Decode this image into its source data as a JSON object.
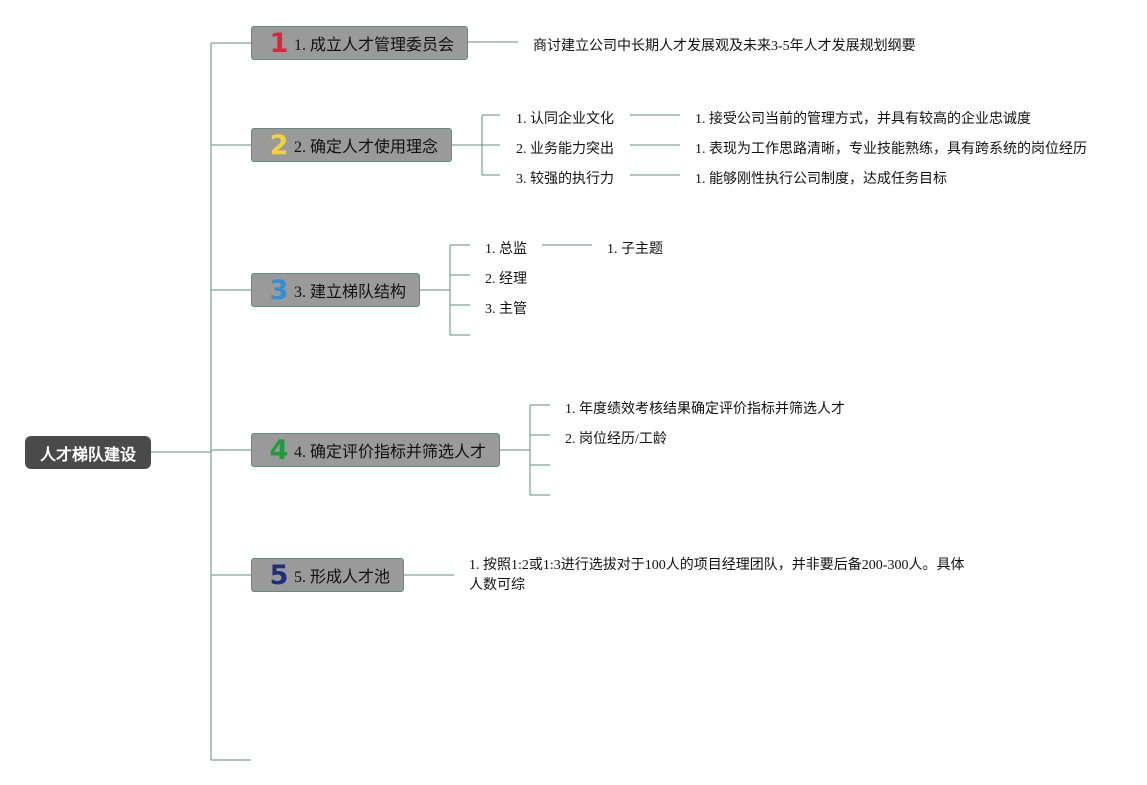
{
  "root": {
    "label": "人才梯队建设"
  },
  "branches": [
    {
      "icon_num": "1",
      "icon_color": "#e0243c",
      "label": "1. 成立人才管理委员会",
      "note": "商讨建立公司中长期人才发展观及未来3-5年人才发展规划纲要"
    },
    {
      "icon_num": "2",
      "icon_color": "#f2d23c",
      "label": "2. 确定人才使用理念",
      "children": [
        {
          "label": "1. 认同企业文化",
          "detail": "1. 接受公司当前的管理方式，并具有较高的企业忠诚度"
        },
        {
          "label": "2. 业务能力突出",
          "detail": "1. 表现为工作思路清晰，专业技能熟练，具有跨系统的岗位经历"
        },
        {
          "label": "3. 较强的执行力",
          "detail": "1. 能够刚性执行公司制度，达成任务目标"
        }
      ]
    },
    {
      "icon_num": "3",
      "icon_color": "#2f8fd9",
      "label": "3. 建立梯队结构",
      "children": [
        {
          "label": "1. 总监",
          "detail": "1. 子主题"
        },
        {
          "label": "2. 经理"
        },
        {
          "label": "3. 主管"
        }
      ]
    },
    {
      "icon_num": "4",
      "icon_color": "#1f9a3c",
      "label": "4. 确定评价指标并筛选人才",
      "children": [
        {
          "label": "1. 年度绩效考核结果确定评价指标并筛选人才"
        },
        {
          "label": "2. 岗位经历/工龄"
        }
      ]
    },
    {
      "icon_num": "5",
      "icon_color": "#1b2f7a",
      "label": "5. 形成人才池",
      "note": "1. 按照1:2或1:3进行选拔对于100人的项目经理团队，并非要后备200-300人。具体人数可综"
    }
  ]
}
